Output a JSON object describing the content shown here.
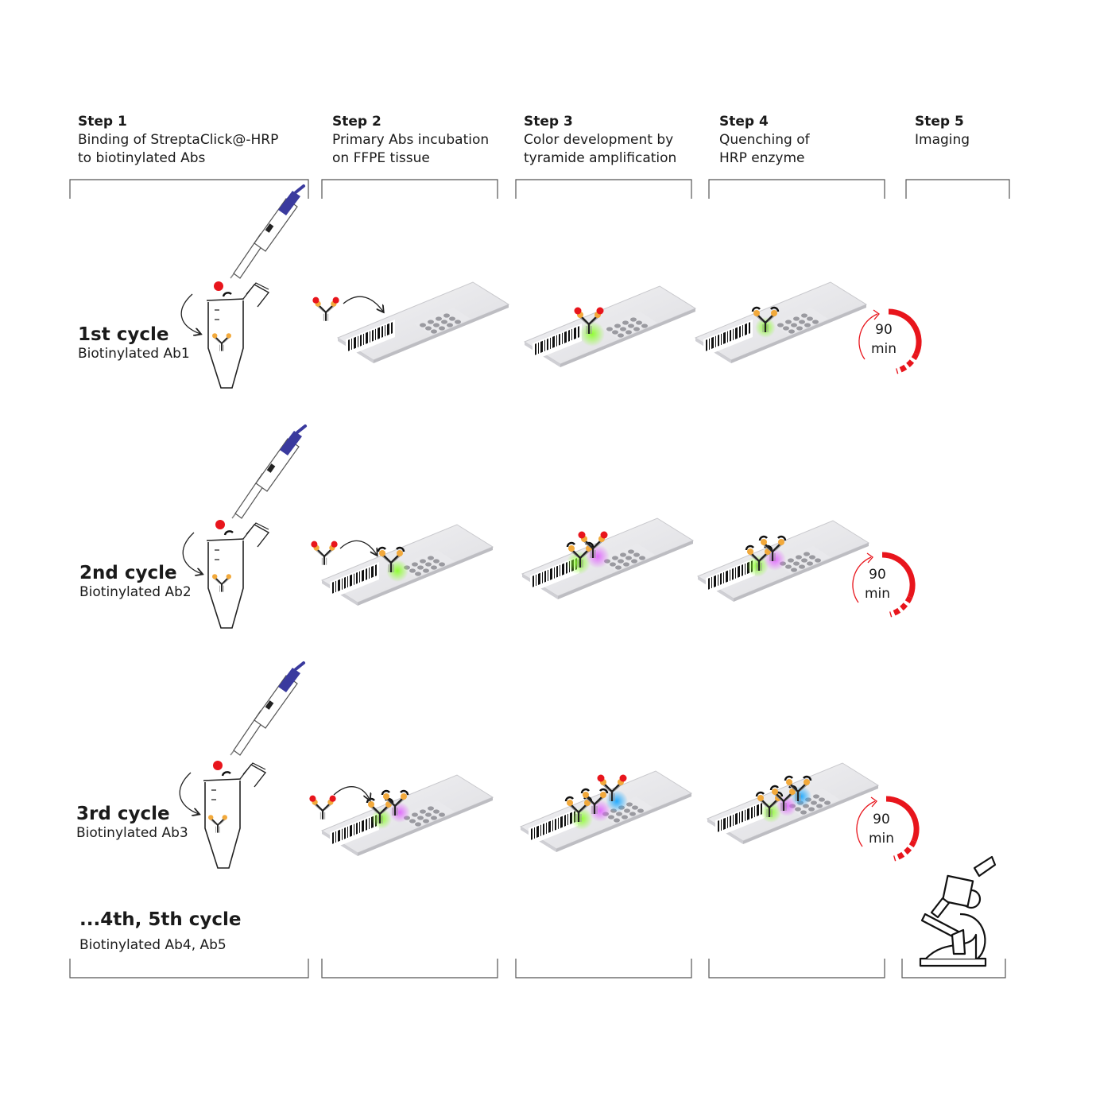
{
  "steps": [
    {
      "num": "Step 1",
      "desc": "Binding of StreptaClick@-HRP\nto biotinylated Abs"
    },
    {
      "num": "Step 2",
      "desc": "Primary Abs incubation\non FFPE tissue"
    },
    {
      "num": "Step 3",
      "desc": "Color development by\ntyramide amplification"
    },
    {
      "num": "Step 4",
      "desc": "Quenching of\nHRP enzyme"
    },
    {
      "num": "Step 5",
      "desc": "Imaging"
    }
  ],
  "cycles": [
    {
      "title": "1st cycle",
      "sub": "Biotinylated Ab1"
    },
    {
      "title": "2nd cycle",
      "sub": "Biotinylated Ab2"
    },
    {
      "title": "3rd cycle",
      "sub": "Biotinylated Ab3"
    },
    {
      "title": "...4th, 5th cycle",
      "sub": "Biotinylated Ab4, Ab5"
    }
  ],
  "timer": {
    "value": "90",
    "unit": "min"
  },
  "colors": {
    "red": "#e8151c",
    "orange": "#f2a93b",
    "green": "#6fe02a",
    "magenta": "#d64bff",
    "cyan": "#22a8ff",
    "pipette": "#3a3a9e",
    "bracket": "#555555"
  },
  "icons": [
    "pipette-icon",
    "tube-icon",
    "slide-icon",
    "antibody-icon",
    "timer-icon",
    "microscope-icon"
  ]
}
